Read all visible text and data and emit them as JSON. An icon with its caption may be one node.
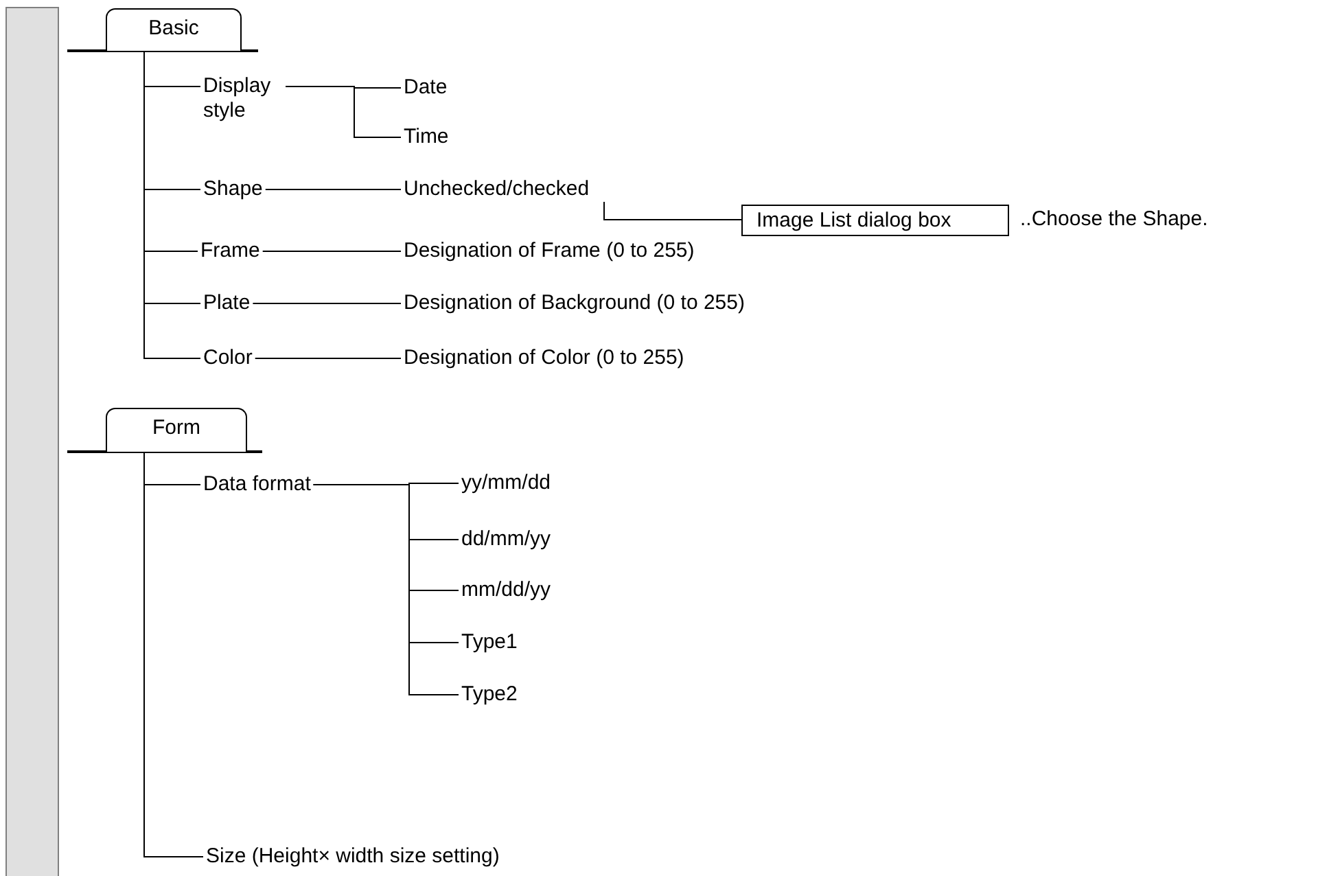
{
  "diagram": {
    "nodes": [
      {
        "text": [
          "Basic"
        ]
      },
      {
        "text": [
          "Display style"
        ]
      },
      {
        "text": [
          "Date"
        ]
      },
      {
        "text": [
          "Time"
        ]
      },
      {
        "text": [
          "Shape"
        ]
      },
      {
        "text": [
          "Unchecked/checked"
        ]
      },
      {
        "text": [
          "Image List dialog box"
        ],
        "beside": [
          "..Choose the Shape."
        ]
      },
      {
        "text": [
          "Frame"
        ]
      },
      {
        "text": [
          "Designation of Frame (0 to 255)"
        ]
      },
      {
        "text": [
          "Plate"
        ]
      },
      {
        "text": [
          "Designation of Background (0 to 255)"
        ]
      },
      {
        "text": [
          "Color"
        ]
      },
      {
        "text": [
          "Designation of Color (0 to 255)"
        ]
      },
      {
        "text": [
          "Form"
        ]
      },
      {
        "text": [
          "Data format"
        ]
      },
      {
        "text": [
          "yy/mm/dd"
        ]
      },
      {
        "text": [
          "dd/mm/yy"
        ]
      },
      {
        "text": [
          "mm/dd/yy"
        ]
      },
      {
        "text": [
          "Type1"
        ]
      },
      {
        "text": [
          "Type2"
        ]
      },
      {
        "text": [
          "Size (Height× width size setting)"
        ]
      },
      {
        "text": [],
        "shape": "bar"
      }
    ],
    "edges": [
      {
        "from": 0,
        "to": 1,
        "arrow": "none"
      },
      {
        "from": 0,
        "to": 4,
        "arrow": "none"
      },
      {
        "from": 0,
        "to": 7,
        "arrow": "none"
      },
      {
        "from": 0,
        "to": 9,
        "arrow": "none"
      },
      {
        "from": 0,
        "to": 11,
        "arrow": "none"
      },
      {
        "from": 1,
        "to": 2,
        "arrow": "none"
      },
      {
        "from": 1,
        "to": 3,
        "arrow": "none"
      },
      {
        "from": 4,
        "to": 5,
        "arrow": "none"
      },
      {
        "from": 5,
        "to": 6,
        "arrow": "none"
      },
      {
        "from": 7,
        "to": 8,
        "arrow": "none"
      },
      {
        "from": 9,
        "to": 10,
        "arrow": "none"
      },
      {
        "from": 11,
        "to": 12,
        "arrow": "none"
      },
      {
        "from": 13,
        "to": 14,
        "arrow": "none"
      },
      {
        "from": 13,
        "to": 20,
        "arrow": "none"
      },
      {
        "from": 14,
        "to": 15,
        "arrow": "none"
      },
      {
        "from": 14,
        "to": 16,
        "arrow": "none"
      },
      {
        "from": 14,
        "to": 17,
        "arrow": "none"
      },
      {
        "from": 14,
        "to": 18,
        "arrow": "none"
      },
      {
        "from": 14,
        "to": 19,
        "arrow": "none"
      }
    ]
  }
}
